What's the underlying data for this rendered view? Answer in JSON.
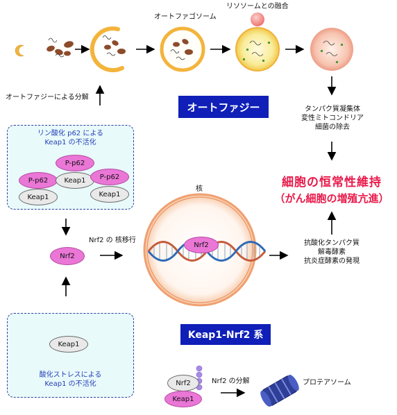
{
  "top": {
    "autophagosome_label": "オートファゴソーム",
    "lysosome_label": "リソソームとの融合",
    "autophagy_degradation_label": "オートファジーによる分解",
    "autophagy_banner": "オートファジー",
    "removal_lines": [
      "タンパク質凝集体",
      "変性ミトコンドリア",
      "細菌の除去"
    ]
  },
  "p62_box": {
    "title_lines": [
      "リン酸化 p62 による",
      "Keap1 の不活化"
    ],
    "pp62_label": "P-p62",
    "keap1_label": "Keap1"
  },
  "nucleus": {
    "label": "核",
    "nrf2_label": "Nrf2"
  },
  "nrf2_label": "Nrf2",
  "translocation_label": "Nrf2 の 核移行",
  "homeostasis_lines": [
    "細胞の恒常性維持",
    "（がん細胞の増殖亢進）"
  ],
  "expression_lines": [
    "抗酸化タンパク質",
    "解毒酵素",
    "抗炎症酵素の発現"
  ],
  "stress_box": {
    "keap1_label": "Keap1",
    "title_lines": [
      "酸化ストレスによる",
      "Keap1 の不活化"
    ]
  },
  "keap_banner": "Keap1-Nrf2 系",
  "bottom": {
    "nrf2_label": "Nrf2",
    "keap1_label": "Keap1",
    "degradation_label": "Nrf2 の分解",
    "proteasome_label": "プロテアソーム"
  }
}
